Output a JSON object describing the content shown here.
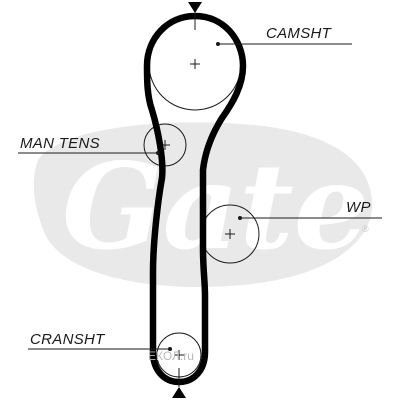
{
  "labels": {
    "camshaft": "CAMSHT",
    "tensioner": "MAN TENS",
    "water_pump": "WP",
    "crankshaft": "CRANSHT"
  },
  "brand_logo": {
    "text": "Gates",
    "registered": "®",
    "color": "#e9e9e9"
  },
  "watermark": {
    "text": "ЕКОЛ.ru",
    "color": "#b8b8b8"
  },
  "colors": {
    "belt": "#000000",
    "lines": "#1a1a1a"
  }
}
